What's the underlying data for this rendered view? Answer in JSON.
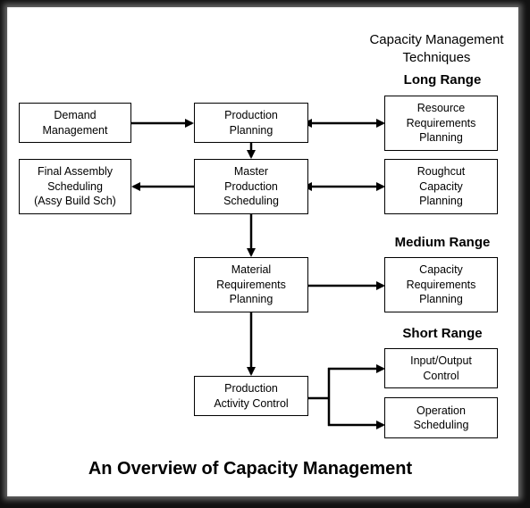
{
  "header": {
    "title": "Capacity Management\nTechniques"
  },
  "ranges": {
    "long": "Long Range",
    "medium": "Medium Range",
    "short": "Short Range"
  },
  "boxes": {
    "demand": "Demand\nManagement",
    "production_planning": "Production\nPlanning",
    "resource_planning": "Resource\nRequirements\nPlanning",
    "final_assembly": "Final Assembly\nScheduling\n(Assy Build Sch)",
    "mps": "Master\nProduction\nScheduling",
    "roughcut": "Roughcut\nCapacity\nPlanning",
    "mrp": "Material\nRequirements\nPlanning",
    "crp": "Capacity\nRequirements\nPlanning",
    "pac": "Production\nActivity Control",
    "io_control": "Input/Output\nControl",
    "op_sched": "Operation\nScheduling"
  },
  "footer": {
    "caption": "An Overview of Capacity Management"
  }
}
